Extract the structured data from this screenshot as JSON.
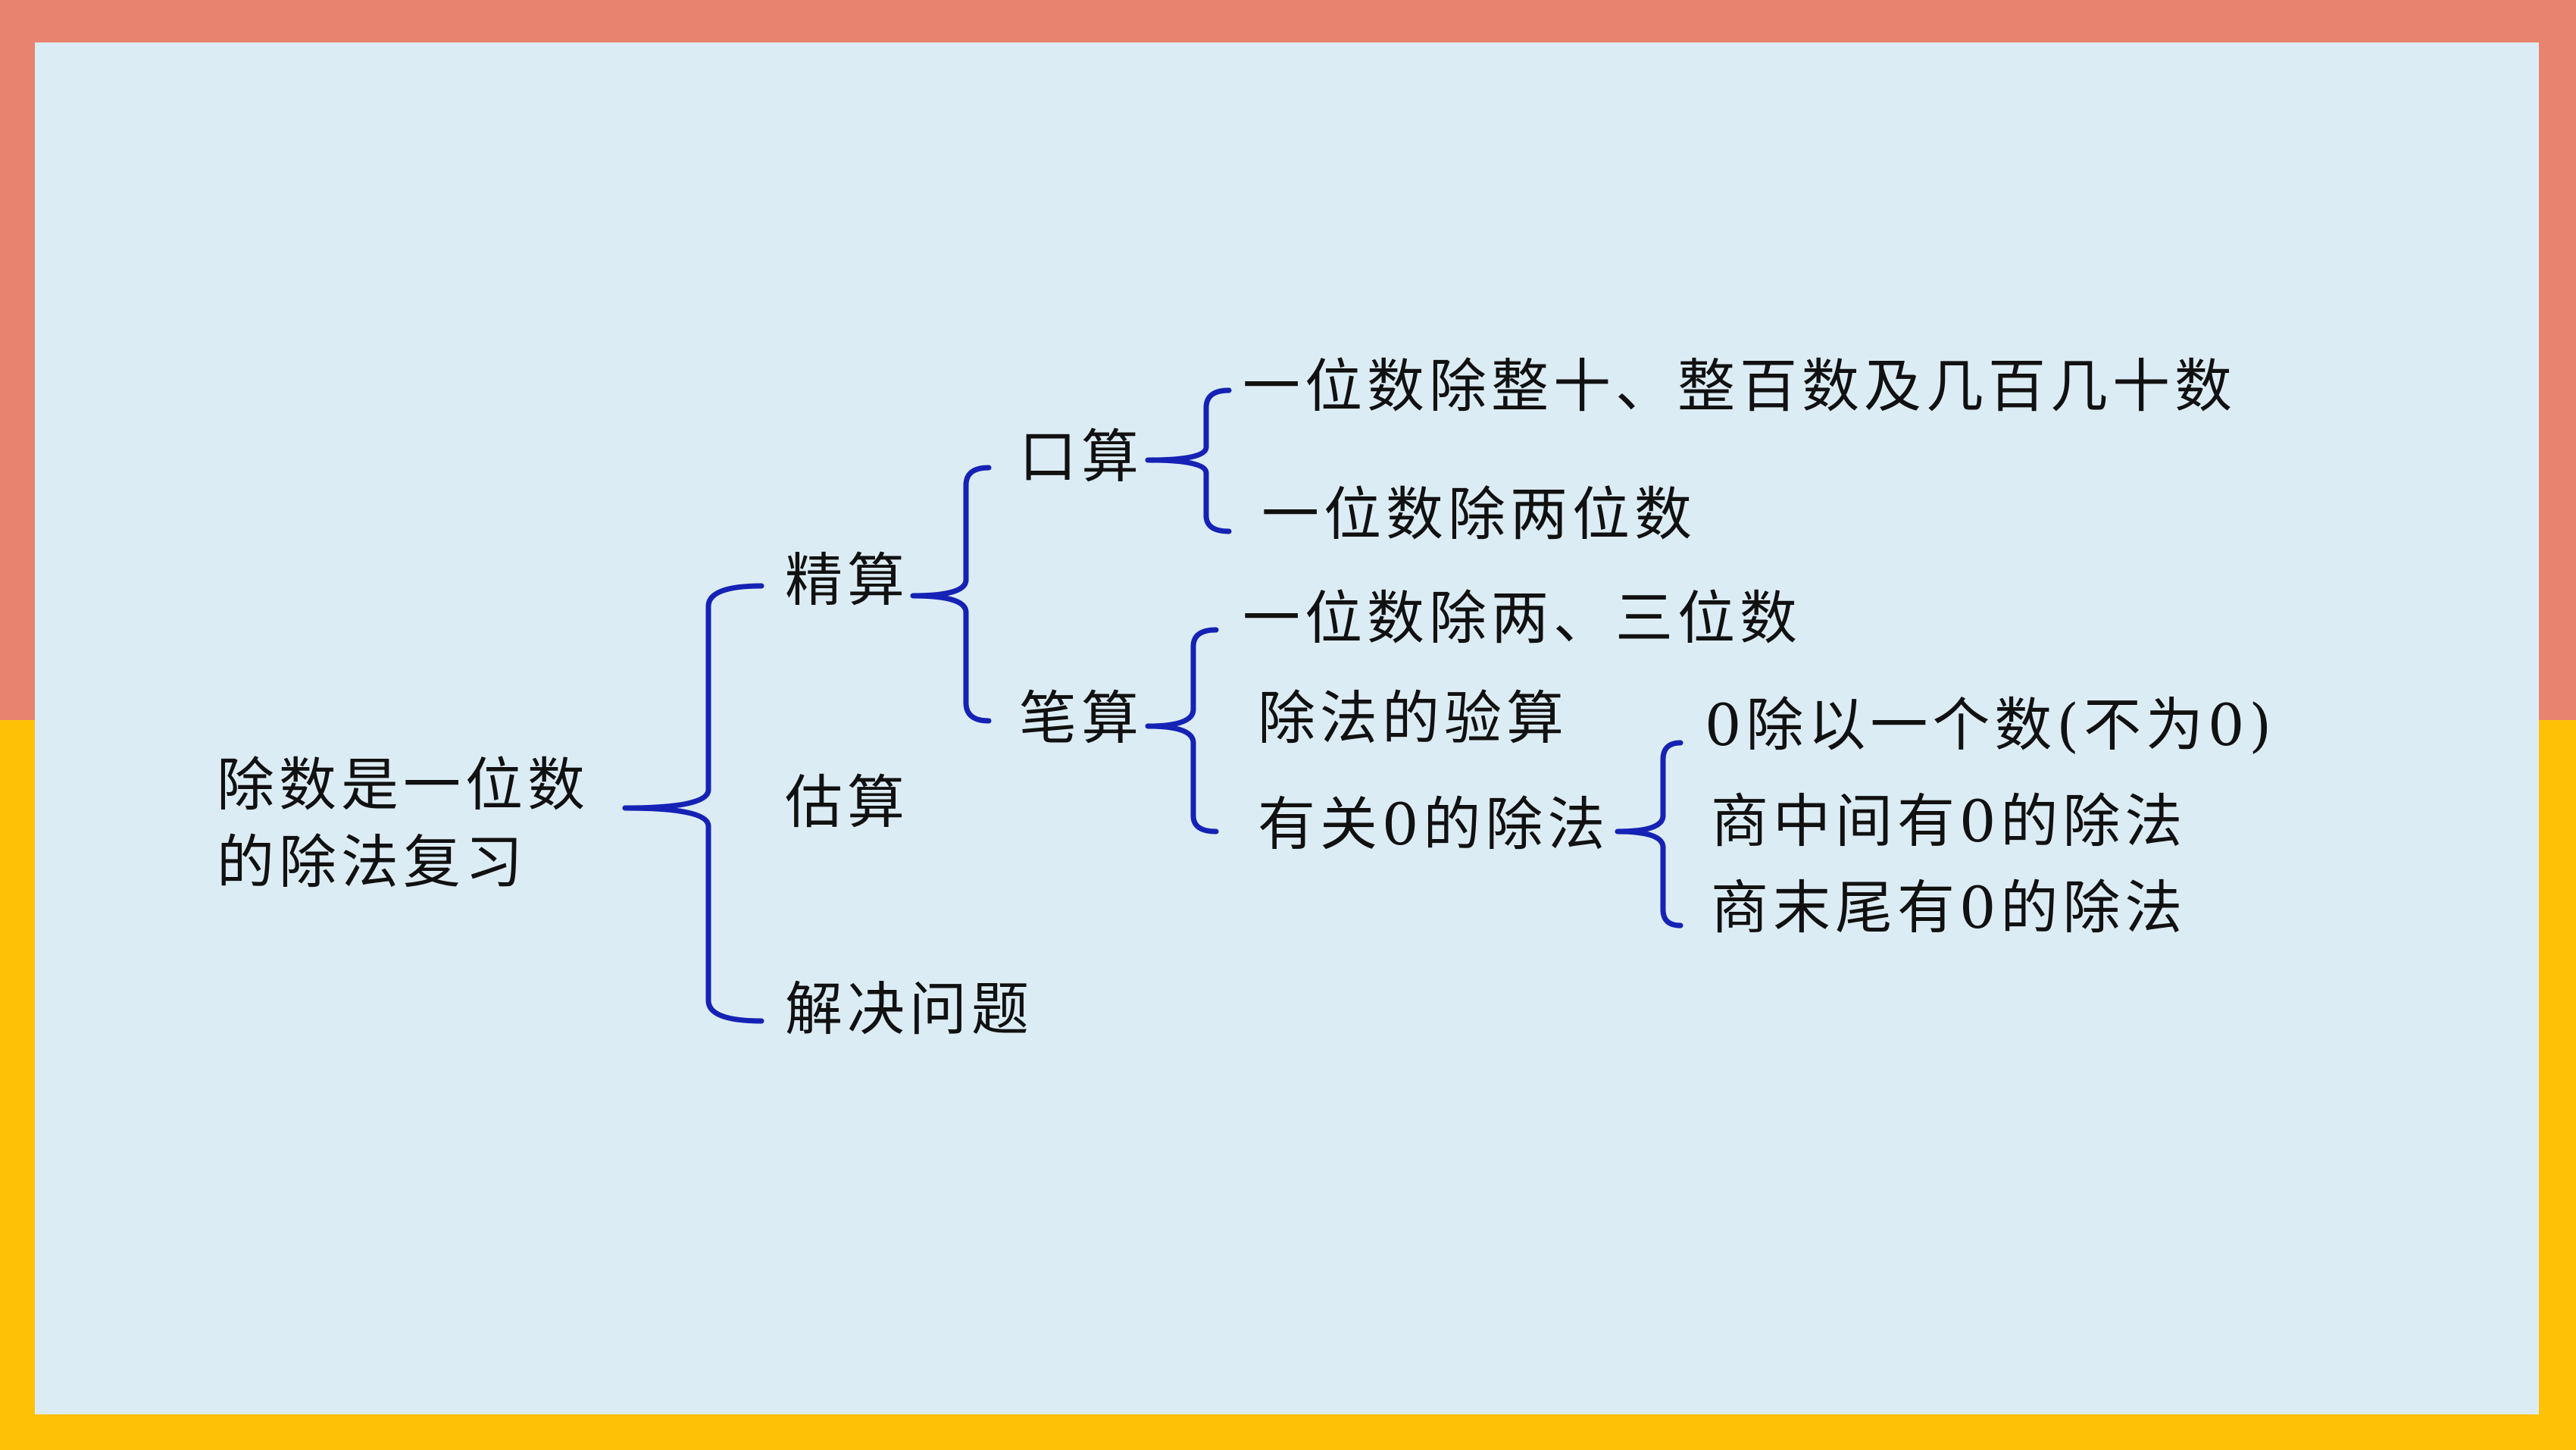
{
  "colors": {
    "frame_top": "#E8836F",
    "frame_bottom": "#FFC105",
    "panel": "#DCECF4",
    "brace": "#1522B5",
    "text": "#111111"
  },
  "root": {
    "line1": "除数是一位数",
    "line2": "的除法复习"
  },
  "level1": {
    "jingsuan": "精算",
    "gusuan": "估算",
    "jiejue": "解决问题"
  },
  "level2": {
    "kousuan": "口算",
    "bisuan": "笔算"
  },
  "kousuan_items": [
    "一位数除整十、整百数及几百几十数",
    "一位数除两位数"
  ],
  "bisuan_items": [
    "一位数除两、三位数",
    "除法的验算",
    "有关0的除法"
  ],
  "zero_items": [
    "0除以一个数(不为0)",
    "商中间有0的除法",
    "商末尾有0的除法"
  ]
}
